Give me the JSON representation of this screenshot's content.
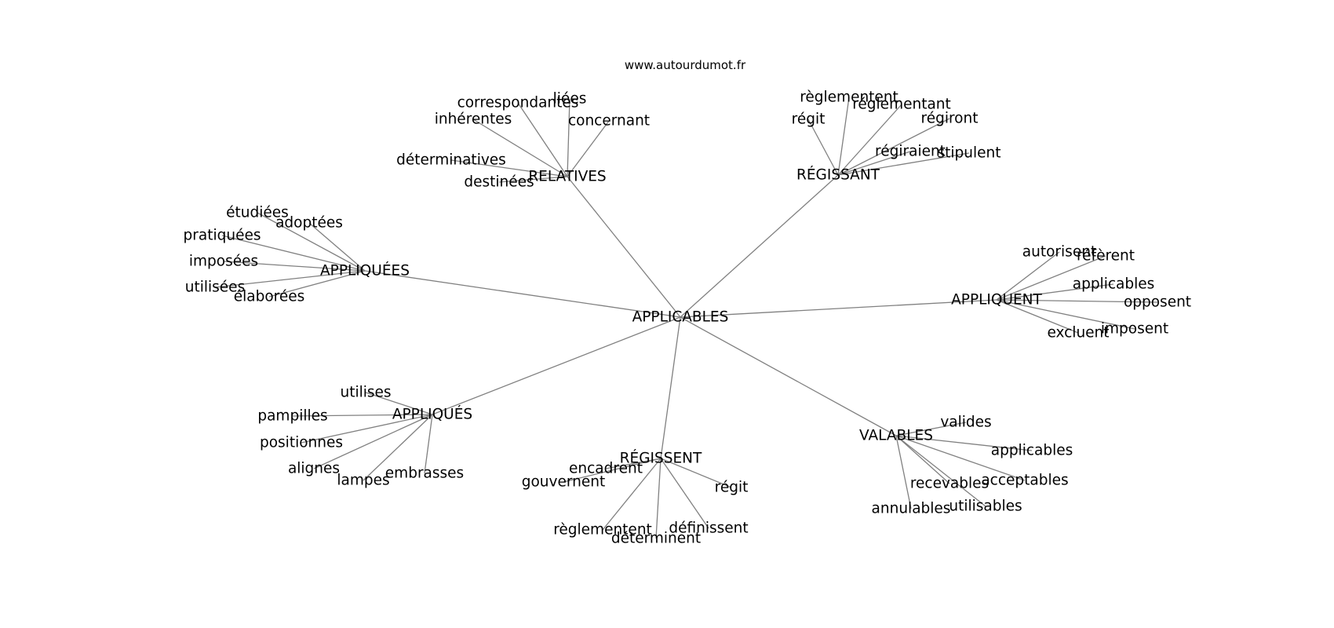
{
  "site_credit": "www.autourdumot.fr",
  "center": "APPLICABLES",
  "colors": {
    "edge": "#808080",
    "text": "#000000",
    "background": "#ffffff"
  },
  "clusters": [
    {
      "hub": "RELATIVES",
      "words": [
        "liées",
        "correspondantes",
        "inhérentes",
        "concernant",
        "déterminatives",
        "destinées"
      ]
    },
    {
      "hub": "RÉGISSANT",
      "words": [
        "règlementent",
        "réglementant",
        "régit",
        "régiront",
        "régiraient",
        "stipulent"
      ]
    },
    {
      "hub": "APPLIQUÉES",
      "words": [
        "étudiées",
        "adoptées",
        "pratiquées",
        "imposées",
        "utilisées",
        "élaborées"
      ]
    },
    {
      "hub": "APPLIQUENT",
      "words": [
        "autorisent",
        "réfèrent",
        "applicables",
        "opposent",
        "imposent",
        "excluent"
      ]
    },
    {
      "hub": "APPLIQUÉS",
      "words": [
        "utilises",
        "pampilles",
        "positionnes",
        "alignes",
        "lampes",
        "embrasses"
      ]
    },
    {
      "hub": "RÉGISSENT",
      "words": [
        "encadrent",
        "gouvernent",
        "régit",
        "règlementent",
        "définissent",
        "déterminent"
      ]
    },
    {
      "hub": "VALABLES",
      "words": [
        "valides",
        "applicables",
        "acceptables",
        "recevables",
        "utilisables",
        "annulables"
      ]
    }
  ]
}
